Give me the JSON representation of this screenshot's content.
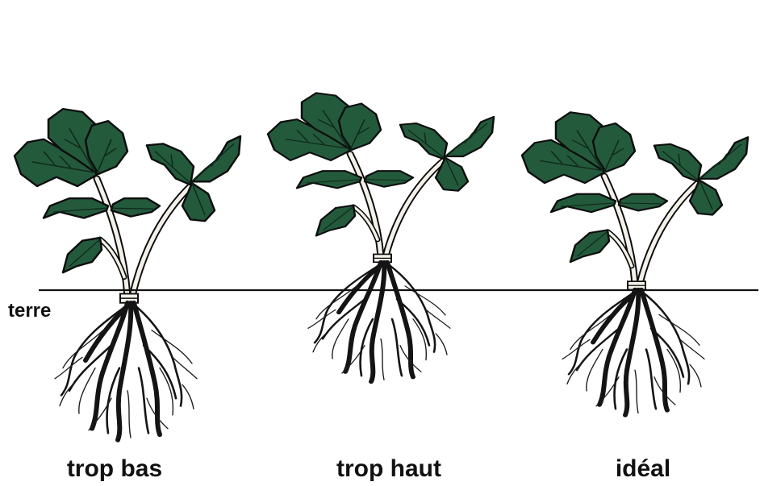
{
  "ground_label": "terre",
  "plants": [
    {
      "caption": "trop bas"
    },
    {
      "caption": "trop haut"
    },
    {
      "caption": "idéal"
    }
  ],
  "colors": {
    "leaf": "#245a3c",
    "leaf_vein": "#0f2a1b",
    "outline": "#0d0d0d",
    "stem": "#f4f1e8",
    "root": "#141414",
    "ground_line": "#111111",
    "background": "#ffffff"
  }
}
